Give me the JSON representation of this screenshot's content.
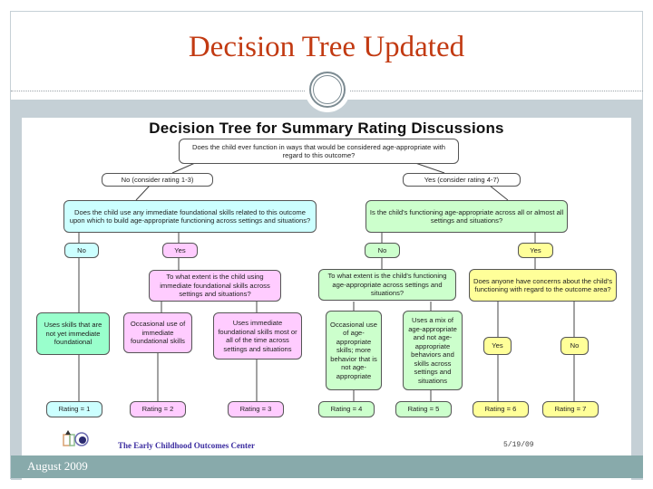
{
  "slide": {
    "title": "Decision Tree Updated",
    "footer": "August 2009"
  },
  "diagram": {
    "title": "Decision Tree for Summary Rating Discussions",
    "root": "Does the child ever function in ways that would be considered age-appropriate with regard to this outcome?",
    "no_branch": "No (consider rating 1-3)",
    "yes_branch": "Yes (consider rating 4-7)",
    "left_question": "Does the child use any immediate foundational skills related to this outcome upon which to build age-appropriate functioning across settings and situations?",
    "right_question": "Is the child's functioning age-appropriate across all or almost all settings and situations?",
    "left_no": "No",
    "left_yes": "Yes",
    "right_no": "No",
    "right_yes": "Yes",
    "left_extent": "To what extent is the child using immediate foundational skills across settings and situations?",
    "right_extent": "To what extent is the child's functioning age-appropriate across settings and situations?",
    "concerns": "Does anyone have concerns about the child's functioning with regard to the outcome area?",
    "outcomes": [
      {
        "desc": "Uses skills that are not yet immediate foundational",
        "rating": "Rating = 1"
      },
      {
        "desc": "Occasional use of immediate foundational skills",
        "rating": "Rating = 2"
      },
      {
        "desc": "Uses immediate foundational skills most or all of the time across settings and situations",
        "rating": "Rating = 3"
      },
      {
        "desc": "Occasional use of age-appropriate skills; more behavior that is not age-appropriate",
        "rating": "Rating = 4"
      },
      {
        "desc": "Uses a mix of age-appropriate and not age-appropriate behaviors and skills across settings and situations",
        "rating": "Rating = 5"
      },
      {
        "desc": "Yes",
        "rating": "Rating = 6"
      },
      {
        "desc": "No",
        "rating": "Rating = 7"
      }
    ],
    "org": "The Early Childhood Outcomes Center",
    "date": "5/19/09"
  },
  "colors": {
    "title": "#c23a12",
    "band": "#c5d0d6",
    "footer": "#88aaab",
    "cyan": "#ccffff",
    "pink": "#ffccff",
    "green": "#ccffcc",
    "yellow": "#ffff99",
    "teal": "#99ffcc"
  }
}
